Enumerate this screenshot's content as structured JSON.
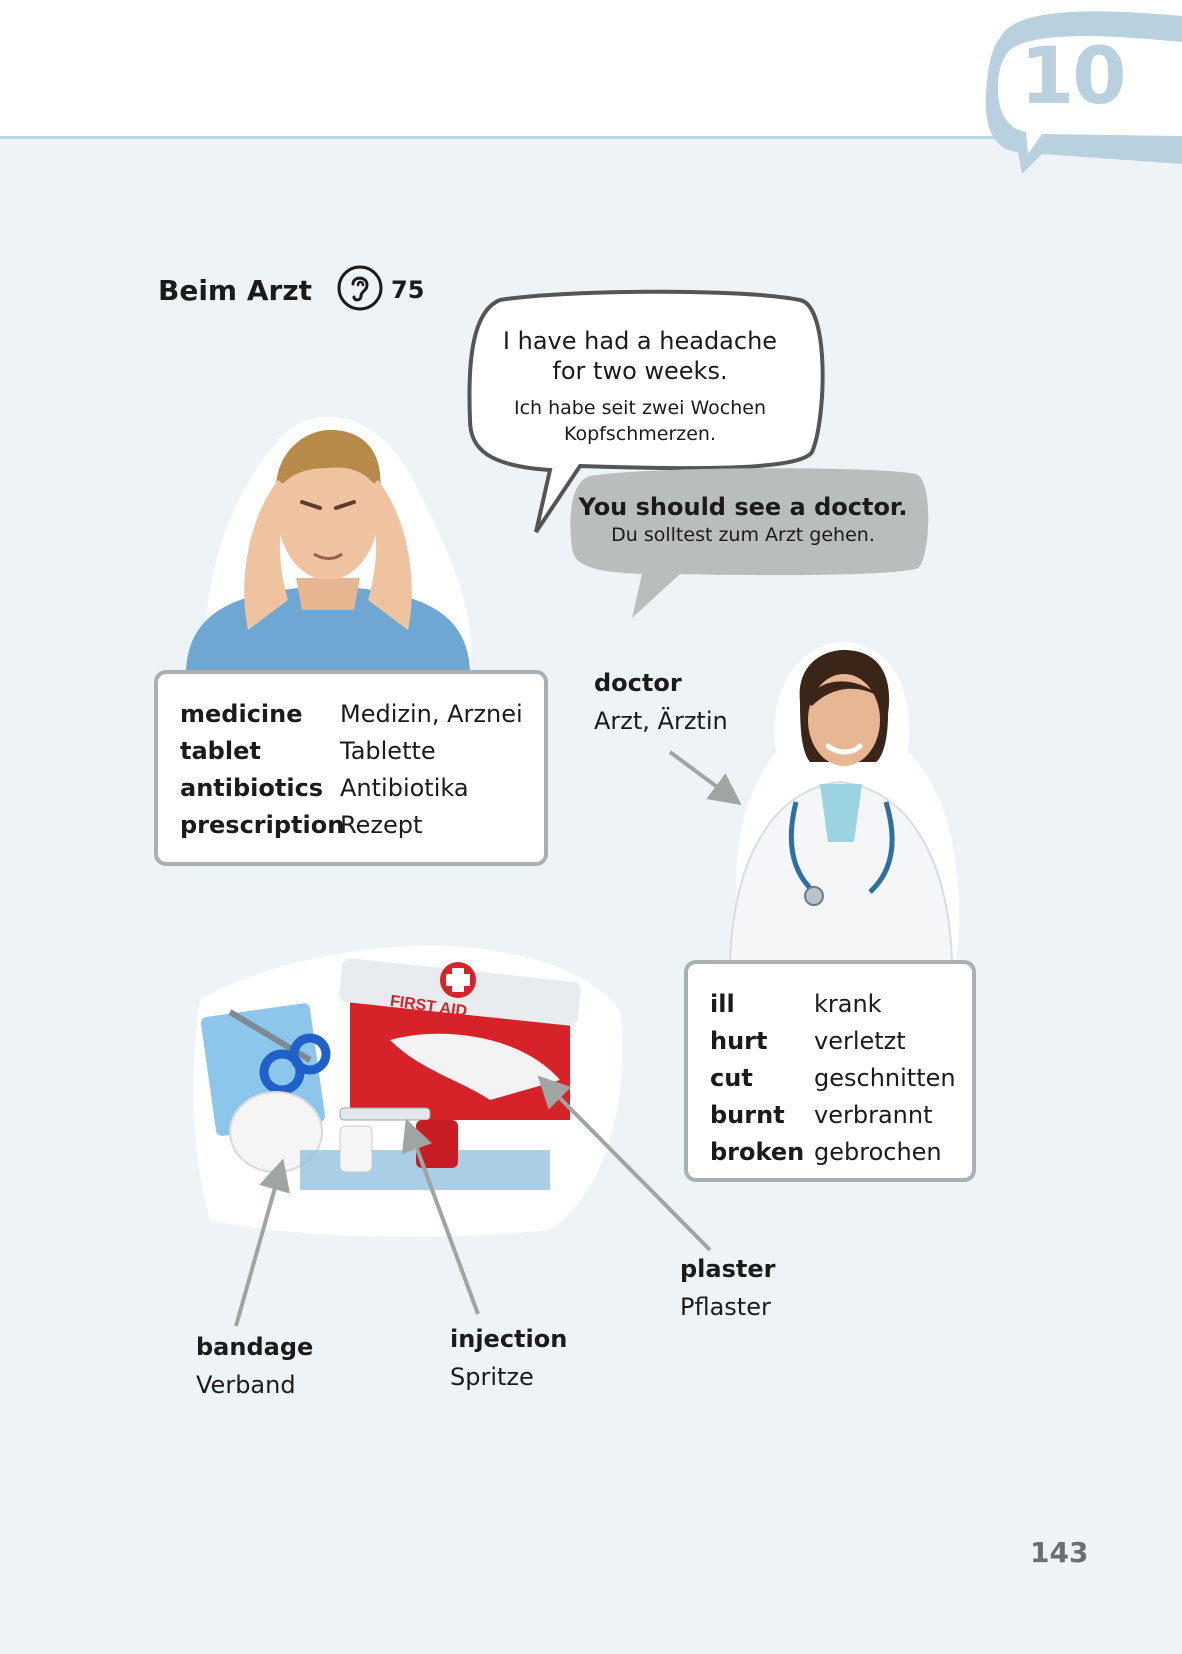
{
  "chapter": "10",
  "title": "Beim Arzt",
  "audio": {
    "icon": "ear-icon",
    "track": "75"
  },
  "bubbles": {
    "patient": {
      "en_line1": "I have had a headache",
      "en_line2": "for two weeks.",
      "de_line1": "Ich habe seit zwei Wochen",
      "de_line2": "Kopfschmerzen."
    },
    "doctor": {
      "en": "You should see a doctor.",
      "de": "Du solltest zum Arzt gehen."
    }
  },
  "box1": [
    {
      "en": "medicine",
      "de": "Medizin, Arznei"
    },
    {
      "en": "tablet",
      "de": "Tablette"
    },
    {
      "en": "antibiotics",
      "de": "Antibiotika"
    },
    {
      "en": "prescription",
      "de": "Rezept"
    }
  ],
  "box2": [
    {
      "en": "ill",
      "de": "krank"
    },
    {
      "en": "hurt",
      "de": "verletzt"
    },
    {
      "en": "cut",
      "de": "geschnitten"
    },
    {
      "en": "burnt",
      "de": "verbrannt"
    },
    {
      "en": "broken",
      "de": "gebrochen"
    }
  ],
  "labels": {
    "doctor": {
      "en": "doctor",
      "de": "Arzt, Ärztin"
    },
    "bandage": {
      "en": "bandage",
      "de": "Verband"
    },
    "injection": {
      "en": "injection",
      "de": "Spritze"
    },
    "plaster": {
      "en": "plaster",
      "de": "Pflaster"
    }
  },
  "first_aid_text": "FIRST AID",
  "page_number": "143",
  "colors": {
    "page_bg": "#eef3f8",
    "accent_blue": "#b9d0de",
    "box_border": "#a8b0b4",
    "bubble_grey": "#b9bdbb",
    "arrow_grey": "#9ea5a3"
  }
}
